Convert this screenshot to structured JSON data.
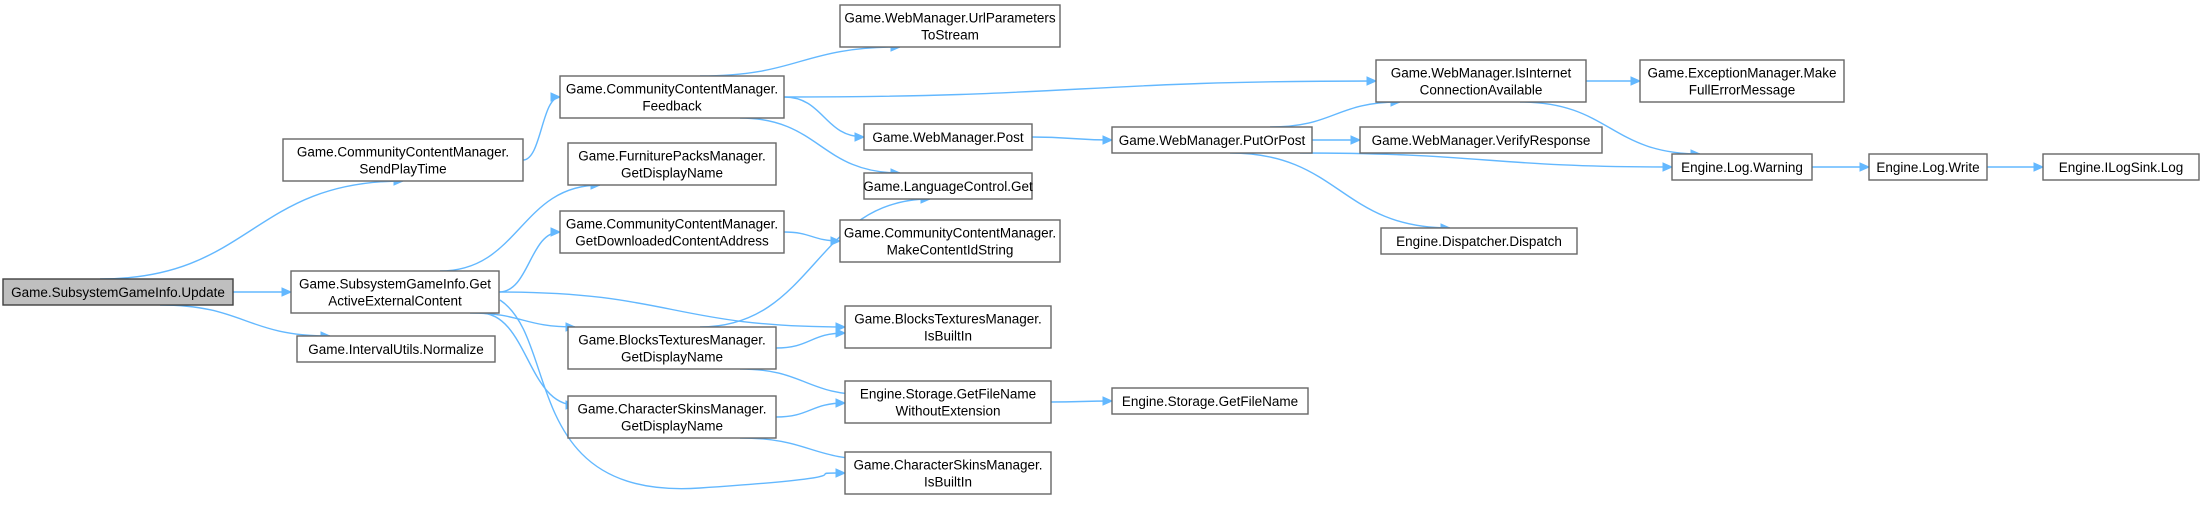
{
  "nodes": [
    {
      "id": "update",
      "lines": [
        "Game.SubsystemGameInfo.Update"
      ],
      "root": true
    },
    {
      "id": "sendplay",
      "lines": [
        "Game.CommunityContentManager.",
        "SendPlayTime"
      ]
    },
    {
      "id": "getactive",
      "lines": [
        "Game.SubsystemGameInfo.Get",
        "ActiveExternalContent"
      ]
    },
    {
      "id": "normalize",
      "lines": [
        "Game.IntervalUtils.Normalize"
      ]
    },
    {
      "id": "feedback",
      "lines": [
        "Game.CommunityContentManager.",
        "Feedback"
      ]
    },
    {
      "id": "furniture",
      "lines": [
        "Game.FurniturePacksManager.",
        "GetDisplayName"
      ]
    },
    {
      "id": "getdownloaded",
      "lines": [
        "Game.CommunityContentManager.",
        "GetDownloadedContentAddress"
      ]
    },
    {
      "id": "blocksdisp",
      "lines": [
        "Game.BlocksTexturesManager.",
        "GetDisplayName"
      ]
    },
    {
      "id": "chardisp",
      "lines": [
        "Game.CharacterSkinsManager.",
        "GetDisplayName"
      ]
    },
    {
      "id": "urlparams",
      "lines": [
        "Game.WebManager.UrlParameters",
        "ToStream"
      ]
    },
    {
      "id": "post",
      "lines": [
        "Game.WebManager.Post"
      ]
    },
    {
      "id": "langget",
      "lines": [
        "Game.LanguageControl.Get"
      ]
    },
    {
      "id": "makeid",
      "lines": [
        "Game.CommunityContentManager.",
        "MakeContentIdString"
      ]
    },
    {
      "id": "blocksbuiltin",
      "lines": [
        "Game.BlocksTexturesManager.",
        "IsBuiltIn"
      ]
    },
    {
      "id": "getfnwoext",
      "lines": [
        "Engine.Storage.GetFileName",
        "WithoutExtension"
      ]
    },
    {
      "id": "charbuiltin",
      "lines": [
        "Game.CharacterSkinsManager.",
        "IsBuiltIn"
      ]
    },
    {
      "id": "putorpost",
      "lines": [
        "Game.WebManager.PutOrPost"
      ]
    },
    {
      "id": "getfn",
      "lines": [
        "Engine.Storage.GetFileName"
      ]
    },
    {
      "id": "isinternet",
      "lines": [
        "Game.WebManager.IsInternet",
        "ConnectionAvailable"
      ]
    },
    {
      "id": "verify",
      "lines": [
        "Game.WebManager.VerifyResponse"
      ]
    },
    {
      "id": "dispatch",
      "lines": [
        "Engine.Dispatcher.Dispatch"
      ]
    },
    {
      "id": "makeerr",
      "lines": [
        "Game.ExceptionManager.Make",
        "FullErrorMessage"
      ]
    },
    {
      "id": "warning",
      "lines": [
        "Engine.Log.Warning"
      ]
    },
    {
      "id": "write",
      "lines": [
        "Engine.Log.Write"
      ]
    },
    {
      "id": "ilogsink",
      "lines": [
        "Engine.ILogSink.Log"
      ]
    }
  ],
  "edges": [
    {
      "from": "update",
      "to": "sendplay"
    },
    {
      "from": "update",
      "to": "getactive"
    },
    {
      "from": "update",
      "to": "normalize"
    },
    {
      "from": "sendplay",
      "to": "feedback"
    },
    {
      "from": "feedback",
      "to": "urlparams"
    },
    {
      "from": "feedback",
      "to": "isinternet"
    },
    {
      "from": "feedback",
      "to": "post"
    },
    {
      "from": "feedback",
      "to": "langget"
    },
    {
      "from": "getactive",
      "to": "furniture"
    },
    {
      "from": "getactive",
      "to": "getdownloaded"
    },
    {
      "from": "getactive",
      "to": "blocksdisp"
    },
    {
      "from": "getactive",
      "to": "blocksbuiltin"
    },
    {
      "from": "getactive",
      "to": "chardisp"
    },
    {
      "from": "getactive",
      "to": "charbuiltin"
    },
    {
      "from": "getdownloaded",
      "to": "makeid"
    },
    {
      "from": "blocksdisp",
      "to": "langget"
    },
    {
      "from": "blocksdisp",
      "to": "blocksbuiltin"
    },
    {
      "from": "blocksdisp",
      "to": "getfnwoext"
    },
    {
      "from": "chardisp",
      "to": "getfnwoext"
    },
    {
      "from": "chardisp",
      "to": "charbuiltin"
    },
    {
      "from": "post",
      "to": "putorpost"
    },
    {
      "from": "putorpost",
      "to": "isinternet"
    },
    {
      "from": "putorpost",
      "to": "verify"
    },
    {
      "from": "putorpost",
      "to": "warning"
    },
    {
      "from": "putorpost",
      "to": "dispatch"
    },
    {
      "from": "isinternet",
      "to": "makeerr"
    },
    {
      "from": "isinternet",
      "to": "warning"
    },
    {
      "from": "warning",
      "to": "write"
    },
    {
      "from": "write",
      "to": "ilogsink"
    },
    {
      "from": "getfnwoext",
      "to": "getfn"
    }
  ],
  "colors": {
    "edge": "#63b8ff",
    "root_fill": "#bfbfbf",
    "node_stroke": "#666666"
  }
}
